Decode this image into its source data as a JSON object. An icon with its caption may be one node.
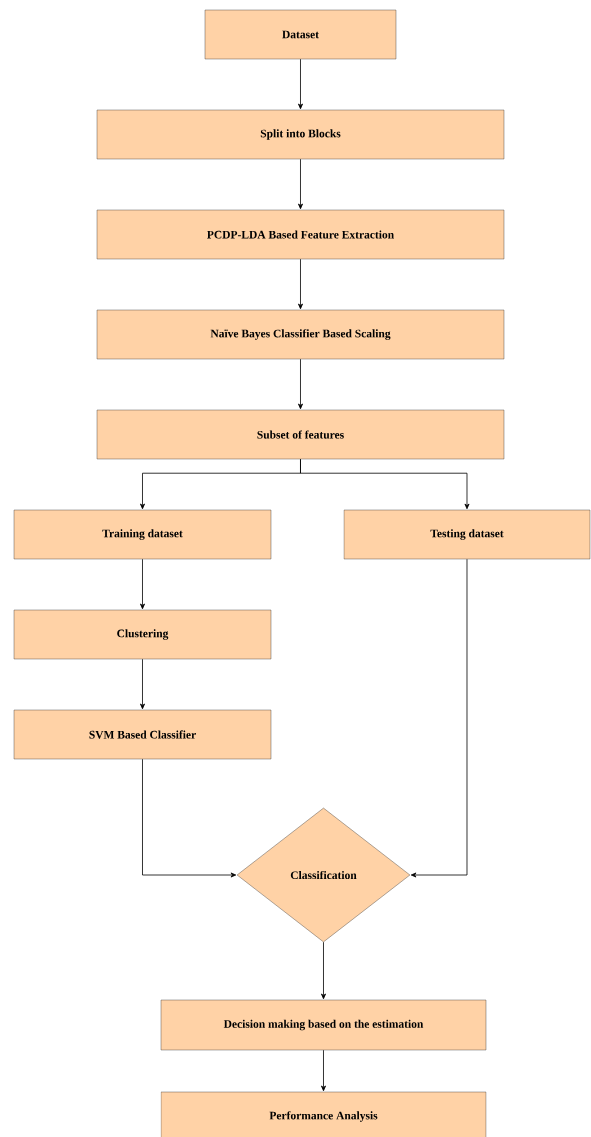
{
  "diagram": {
    "nodes": [
      {
        "text": [
          "Dataset"
        ]
      },
      {
        "text": [
          "Split into Blocks"
        ]
      },
      {
        "text": [
          "PCDP-LDA Based Feature Extraction"
        ]
      },
      {
        "text": [
          "Naïve Bayes Classifier Based Scaling"
        ]
      },
      {
        "text": [
          "Subset of features"
        ]
      },
      {
        "text": [
          "Training dataset"
        ]
      },
      {
        "text": [
          "Testing dataset"
        ]
      },
      {
        "text": [
          "Clustering"
        ]
      },
      {
        "text": [
          "SVM Based Classifier"
        ]
      },
      {
        "text": [
          "Classification"
        ]
      },
      {
        "text": [
          "Decision making based on the estimation"
        ]
      },
      {
        "text": [
          "Performance Analysis"
        ]
      }
    ],
    "edges": [
      {
        "from": 0,
        "to": 1,
        "arrow": "to"
      },
      {
        "from": 1,
        "to": 2,
        "arrow": "to"
      },
      {
        "from": 2,
        "to": 3,
        "arrow": "to"
      },
      {
        "from": 3,
        "to": 4,
        "arrow": "to"
      },
      {
        "from": 4,
        "to": 5,
        "arrow": "to"
      },
      {
        "from": 4,
        "to": 6,
        "arrow": "to"
      },
      {
        "from": 5,
        "to": 7,
        "arrow": "to"
      },
      {
        "from": 7,
        "to": 8,
        "arrow": "to"
      },
      {
        "from": 8,
        "to": 9,
        "arrow": "to"
      },
      {
        "from": 6,
        "to": 9,
        "arrow": "to"
      },
      {
        "from": 9,
        "to": 10,
        "arrow": "to"
      },
      {
        "from": 10,
        "to": 11,
        "arrow": "to"
      }
    ]
  }
}
